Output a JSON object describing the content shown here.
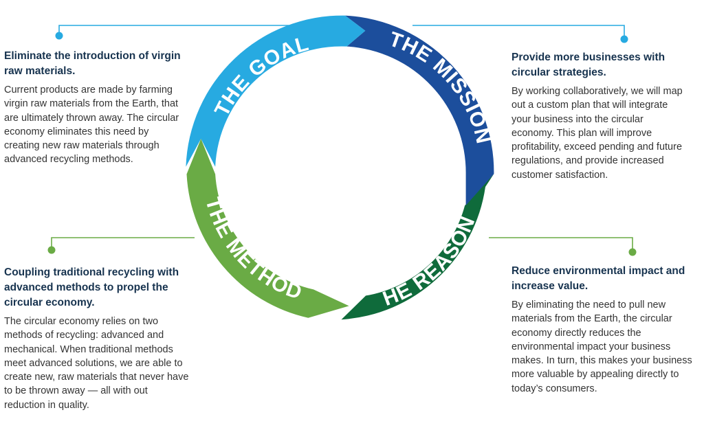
{
  "segments": {
    "goal": {
      "label": "THE GOAL",
      "color": "#27aae1"
    },
    "mission": {
      "label": "THE MISSION",
      "color": "#1c4e9c"
    },
    "reason": {
      "label": "THE REASON",
      "color": "#0f6b3b"
    },
    "method": {
      "label": "THE METHOD",
      "color": "#6aab45"
    }
  },
  "goal": {
    "heading": "Eliminate the introduction of virgin raw materials.",
    "body": "Current products are made by farming virgin raw materials from the Earth, that are ultimately thrown away. The circular economy eliminates this need by creating new raw materials through advanced recycling methods."
  },
  "mission": {
    "heading": "Provide more businesses with circular strategies.",
    "body": "By working collaboratively, we will map out a custom plan that will integrate your business into the circular economy. This plan will improve profitability, exceed pending and future regulations, and provide increased customer satisfaction."
  },
  "method": {
    "heading": "Coupling traditional recycling with advanced methods to propel the circular economy.",
    "body": "The circular economy relies on two methods of recycling: advanced and mechanical. When traditional methods meet advanced solutions, we are able to create new, raw materials that never have to be thrown away — all with out reduction in quality."
  },
  "reason": {
    "heading": "Reduce environmental impact and increase value.",
    "body": "By eliminating the need to pull new materials from the Earth, the circular economy directly reduces the environmental impact your business makes. In turn, this makes your business more valuable by appealing directly to today’s consumers."
  }
}
